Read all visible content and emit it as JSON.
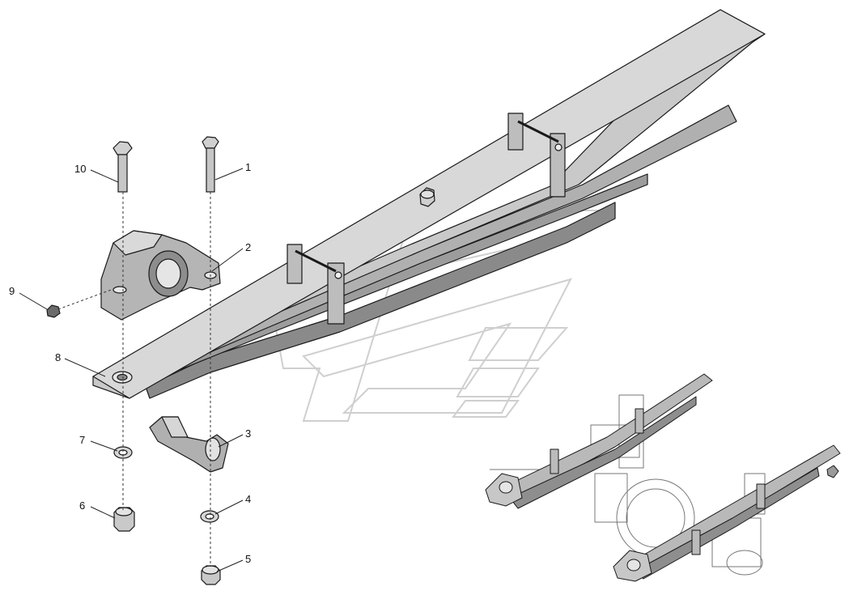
{
  "callouts": {
    "c1": "1",
    "c2": "2",
    "c3": "3",
    "c4": "4",
    "c5": "5",
    "c6": "6",
    "c7": "7",
    "c8": "8",
    "c9": "9",
    "c10": "10"
  },
  "colors": {
    "part_fill": "#a9a9a9",
    "part_light": "#d4d4d4",
    "part_dark": "#7a7a7a",
    "outline": "#1a1a1a",
    "watermark": "#cfcfcf"
  }
}
